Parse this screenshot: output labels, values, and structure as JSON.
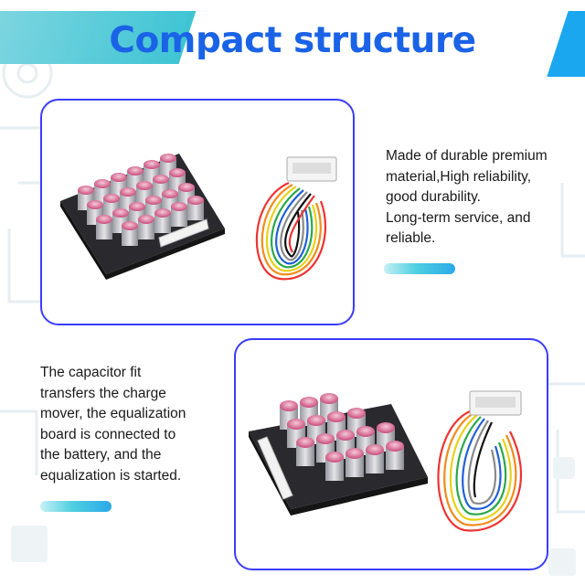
{
  "header": {
    "title": "Compact structure"
  },
  "section1": {
    "lines": [
      "Made of durable premium",
      "material,High reliability,",
      "good durability.",
      "Long-term service, and",
      "reliable."
    ]
  },
  "section2": {
    "lines": [
      "The capacitor fit",
      "transfers the charge",
      "mover, the equalization",
      "board is connected to",
      "the battery, and the",
      "equalization is started."
    ]
  },
  "colors": {
    "title": "#1b63e6",
    "frame_border": "#3a3cff",
    "accent_cyan": "#3fc4d4",
    "accent_blue": "#1aa7f0"
  }
}
